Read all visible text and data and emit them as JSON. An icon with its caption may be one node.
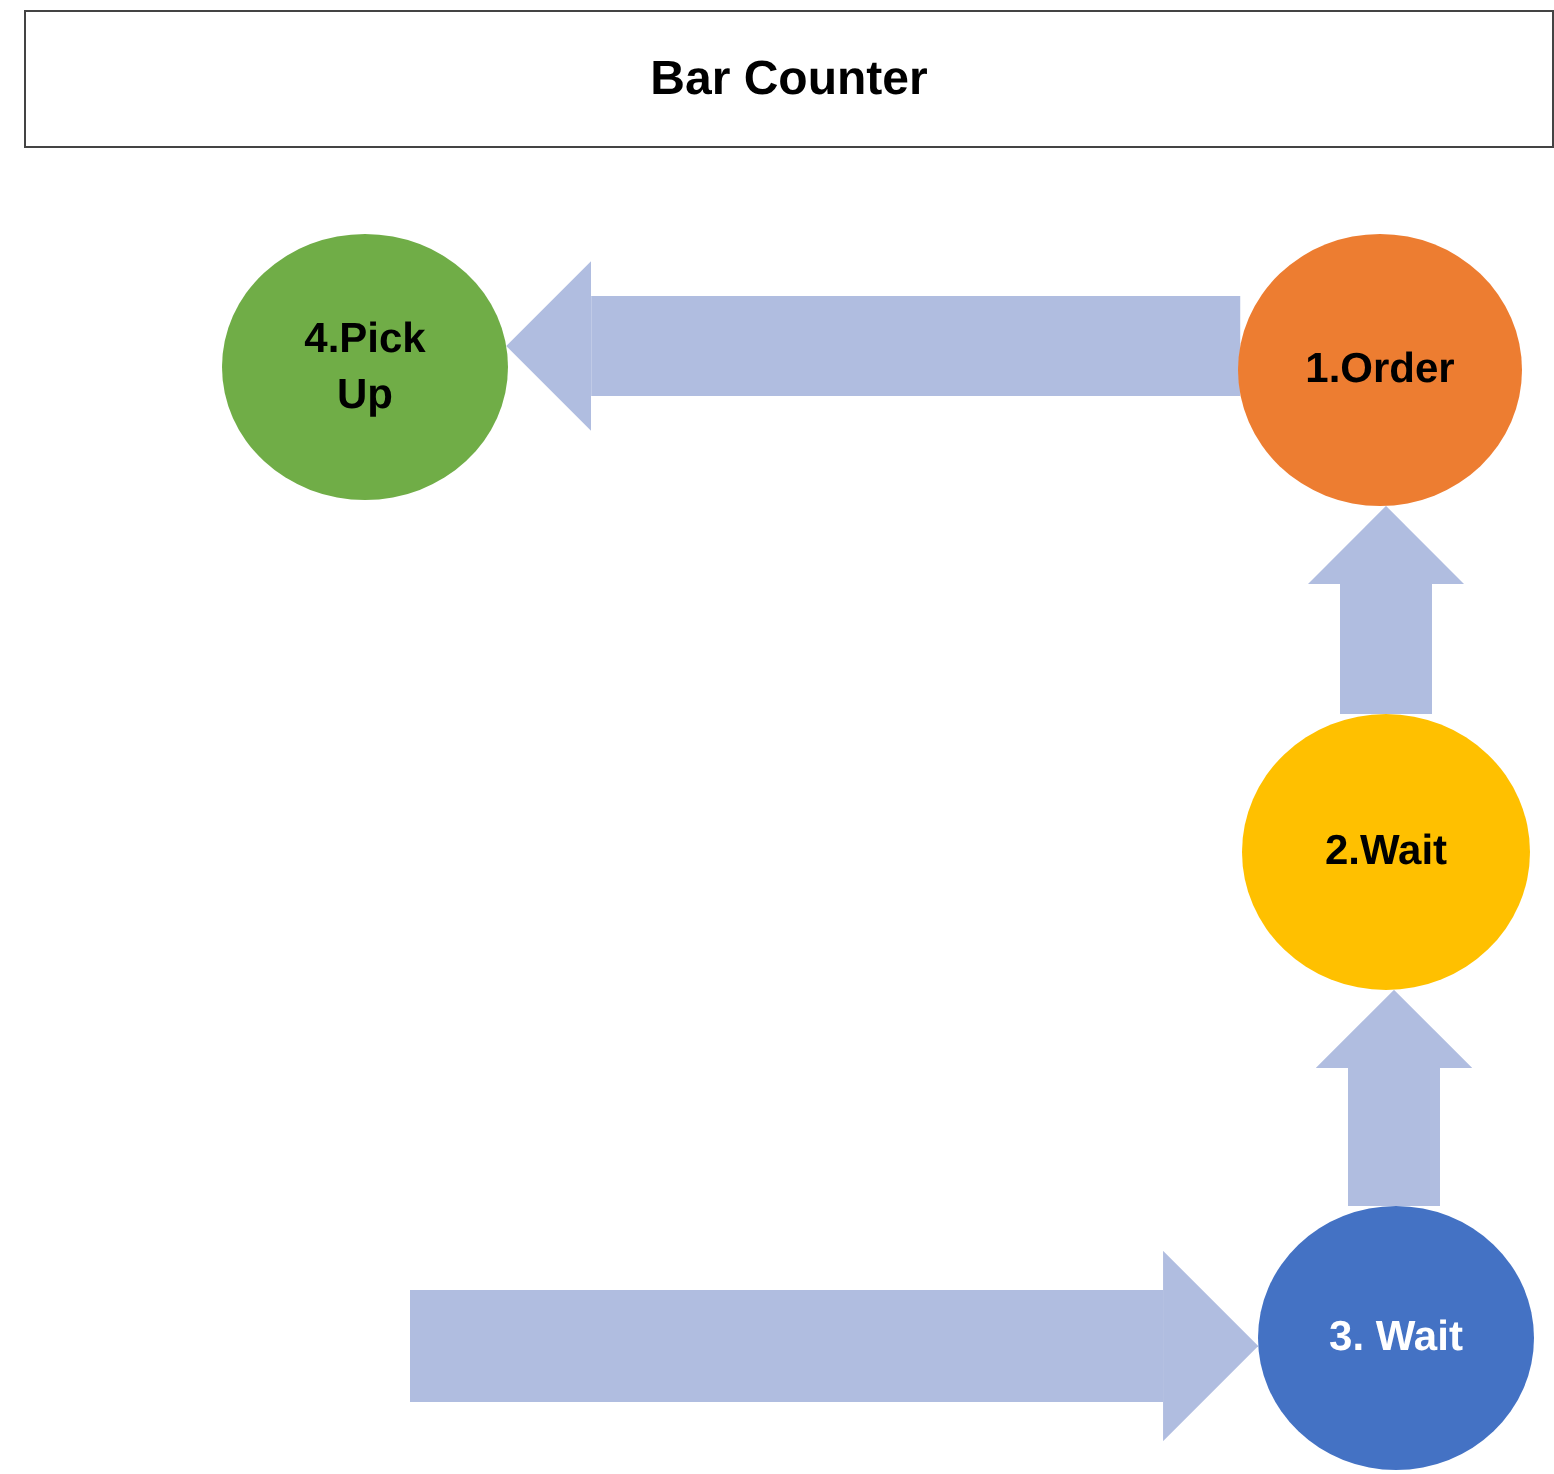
{
  "diagram": {
    "nodes": [
      {
        "text": [
          "Bar Counter"
        ]
      },
      {
        "text": [
          "4.Pick Up"
        ]
      },
      {
        "text": [
          "1.Order"
        ]
      },
      {
        "text": [
          "2.Wait"
        ]
      },
      {
        "text": [
          "3. Wait"
        ]
      }
    ],
    "edges": [
      {
        "from": 2,
        "to": 1,
        "arrow": "to"
      },
      {
        "from": 3,
        "to": 2,
        "arrow": "to"
      },
      {
        "from": 4,
        "to": 3,
        "arrow": "to"
      },
      {
        "from": null,
        "to": 4,
        "arrow": "to"
      }
    ]
  }
}
